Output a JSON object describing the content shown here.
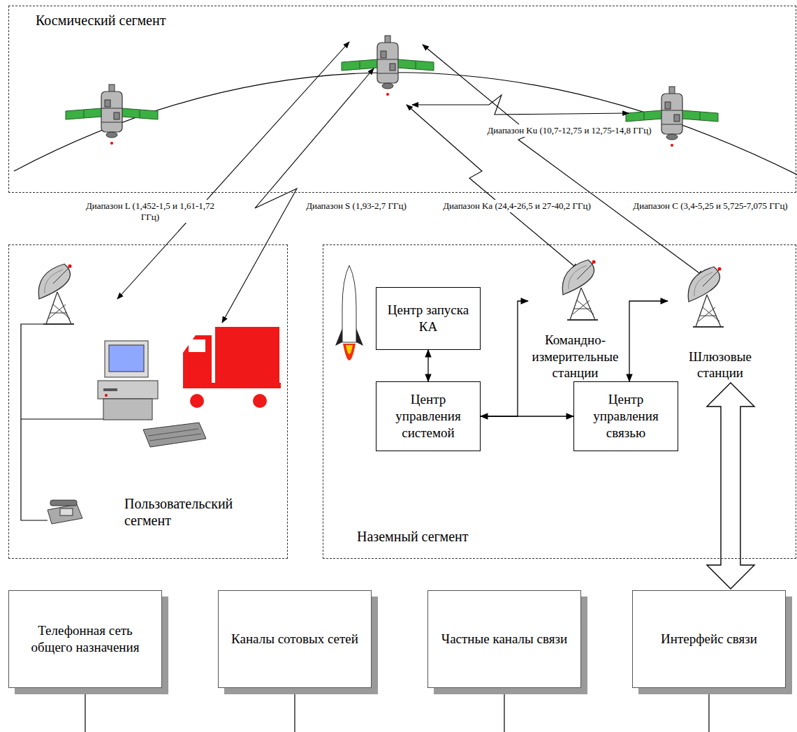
{
  "diagram": {
    "nodes": [
      {
        "text": [
          "Космический сегмент"
        ]
      },
      {
        "text": [
          "Пользовательский сегмент"
        ]
      },
      {
        "text": [
          "Наземный сегмент"
        ]
      },
      {
        "text": [
          "Центр запуска КА"
        ],
        "in": 2
      },
      {
        "text": [
          "Центр управления системой"
        ],
        "in": 2
      },
      {
        "text": [
          "Центр управления связью"
        ],
        "in": 2
      },
      {
        "text": [
          "Командно-измерительные станции"
        ],
        "in": 2
      },
      {
        "text": [
          "Шлюзовые станции"
        ],
        "in": 2
      },
      {
        "text": [
          "Телефонная сеть общего назначения"
        ]
      },
      {
        "text": [
          "Каналы сотовых сетей"
        ]
      },
      {
        "text": [
          "Частные каналы связи"
        ]
      },
      {
        "text": [
          "Интерфейс связи"
        ]
      }
    ],
    "edges": [
      {
        "from": 3,
        "to": 4,
        "arrow": "both"
      },
      {
        "from": 4,
        "to": 5,
        "arrow": "both"
      },
      {
        "from": 4,
        "to": 6,
        "arrow": "to"
      },
      {
        "from": 5,
        "to": 7,
        "arrow": "both"
      },
      {
        "from": 7,
        "to": 11,
        "arrow": "both"
      }
    ],
    "labels": [
      "Диапазон Ku (10,7-12,75 и 12,75-14,8 ГГц)",
      "Диапазон L (1,452-1,5 и 1,61-1,72 ГГц)",
      "Диапазон S (1,93-2,7 ГГц)",
      "Диапазон Ka (24,4-26,5 и 27-40,2 ГГц)",
      "Диапазон C (3,4-5,25 и 5,725-7,075 ГГц)"
    ]
  }
}
